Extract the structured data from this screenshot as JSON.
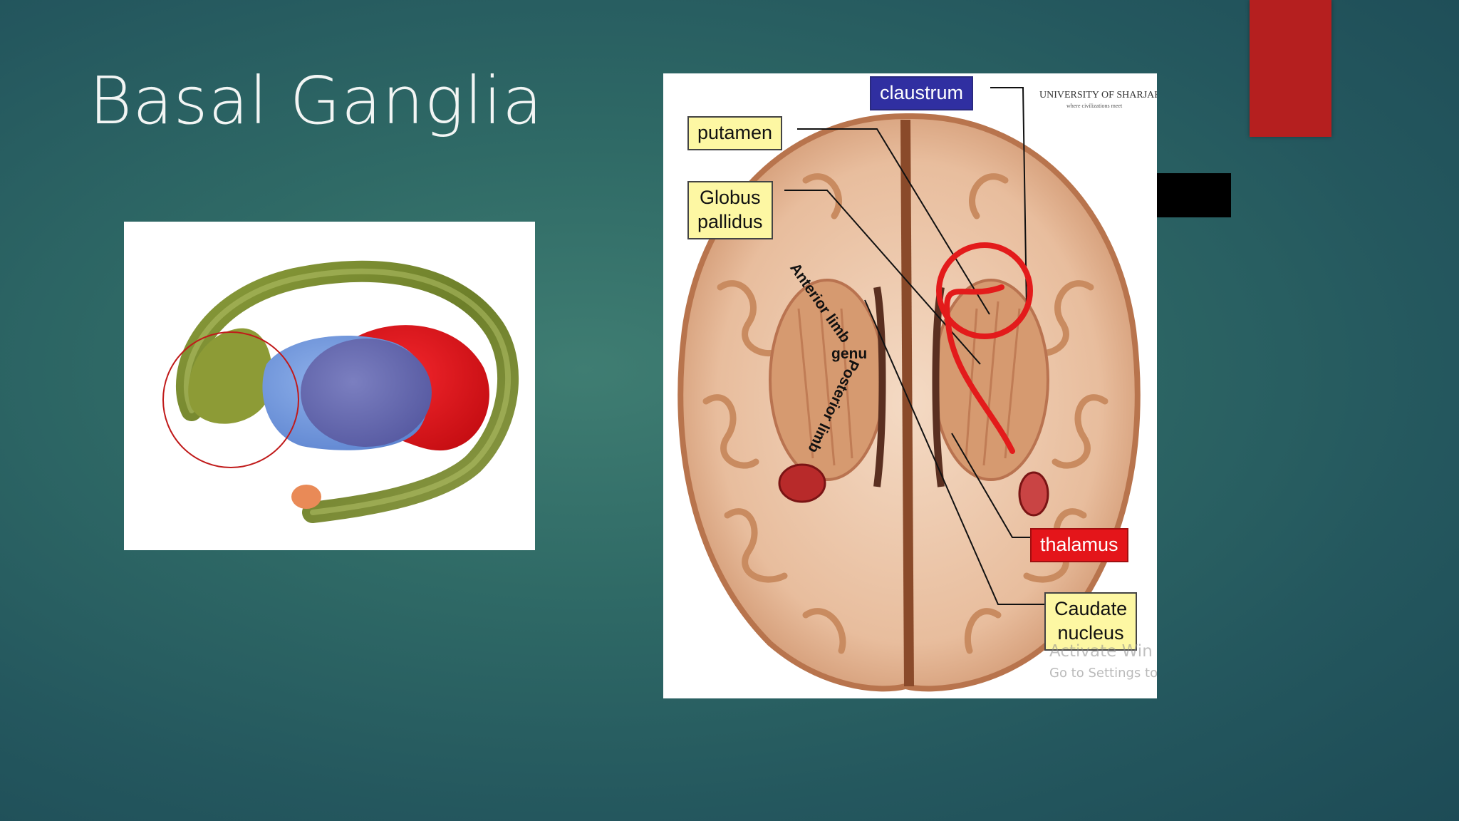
{
  "slide": {
    "title": "Basal Ganglia"
  },
  "figure_left": {
    "icon": "basal-ganglia-3d-model"
  },
  "figure_right": {
    "icon": "horizontal-brain-section",
    "logo": {
      "name": "UNIVERSITY OF SHARJAH",
      "tagline": "where civilizations meet"
    },
    "labels": {
      "claustrum": "claustrum",
      "putamen": "putamen",
      "globus_pallidus_line1": "Globus",
      "globus_pallidus_line2": "pallidus",
      "thalamus": "thalamus",
      "caudate_line1": "Caudate",
      "caudate_line2": "nucleus"
    },
    "annotations": {
      "anterior_limb": "Anterior limb",
      "genu": "genu",
      "posterior_limb": "Posterior limb"
    },
    "watermark": {
      "line1": "Activate Win",
      "line2": "Go to Settings to"
    }
  },
  "colors": {
    "accent_red": "#b51f1f",
    "label_yellow": "#fdf7a3",
    "label_blue": "#302fa1",
    "label_red": "#e4151a"
  }
}
